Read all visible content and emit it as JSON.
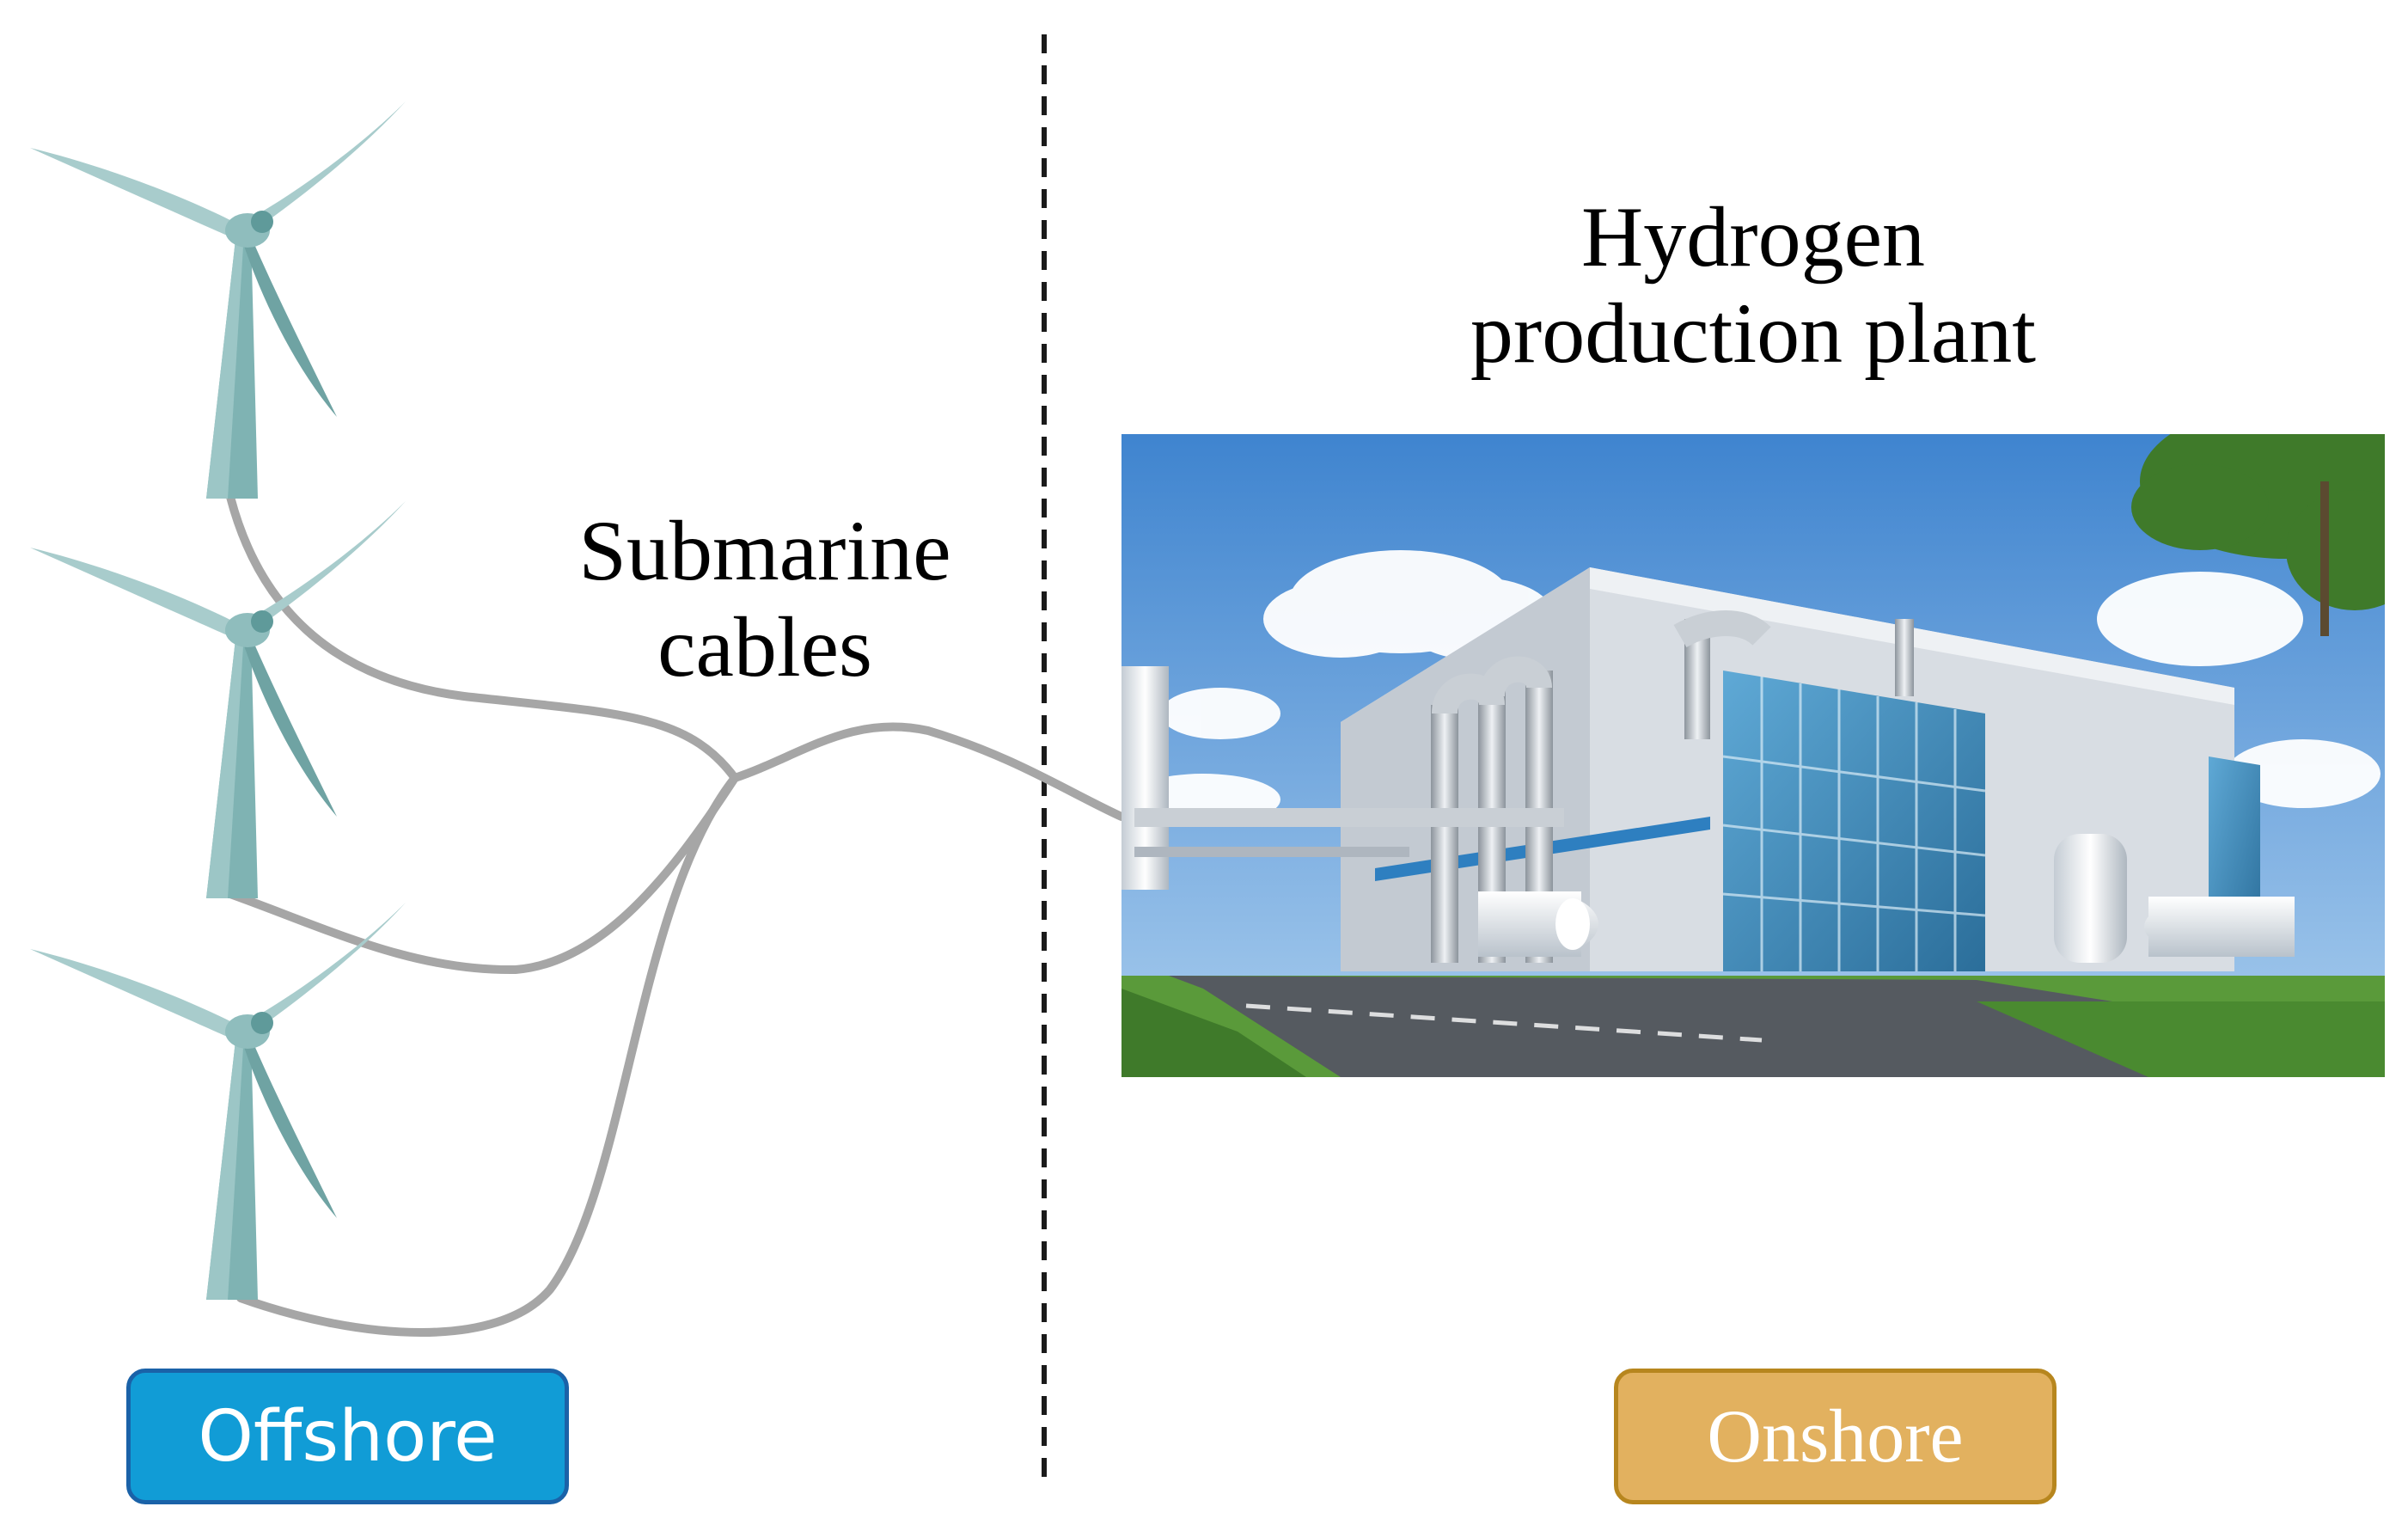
{
  "labels": {
    "cables": [
      "Submarine",
      "cables"
    ],
    "plant": [
      "Hydrogen",
      "production plant"
    ]
  },
  "badges": {
    "offshore": {
      "text": "Offshore",
      "fill": "#119cd6",
      "border": "#1a62a8"
    },
    "onshore": {
      "text": "Onshore",
      "fill": "#e2b15f",
      "border": "#b7861e"
    }
  },
  "colors": {
    "turbine": "#7fb3b3",
    "turbine_dark": "#5f9a9a",
    "cable": "#a6a6a6",
    "divider": "#1a1a1a",
    "sky": "#4a90d6",
    "building": "#d8dde3",
    "glass": "#3d86b8",
    "grass": "#5a9a3a",
    "road": "#555a60"
  },
  "icons": {
    "turbines": [
      "wind-turbine-icon",
      "wind-turbine-icon",
      "wind-turbine-icon"
    ],
    "plant": "hydrogen-plant-photo"
  }
}
